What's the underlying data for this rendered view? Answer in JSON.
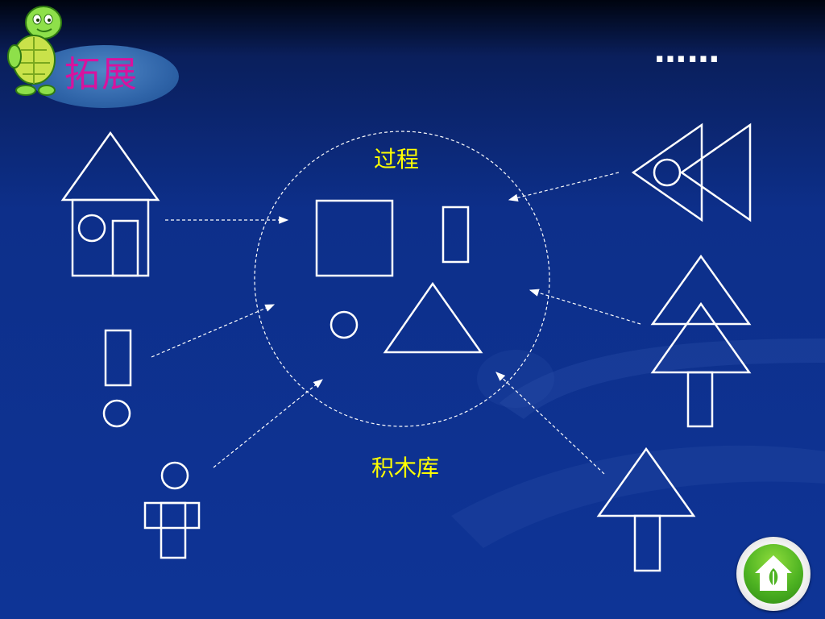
{
  "slide": {
    "title": "拓展",
    "ellipsis": "……",
    "process_label": "过程",
    "library_label": "积木库"
  },
  "icons": {
    "mascot": "turtle-mascot-icon",
    "home": "home-icon"
  },
  "colors": {
    "background": "#0e3496",
    "title_text": "#d8129e",
    "title_badge": "#3a70b4",
    "labels": "#ffff00",
    "shapes": "#ffffff",
    "home_button": "#4eb322"
  }
}
